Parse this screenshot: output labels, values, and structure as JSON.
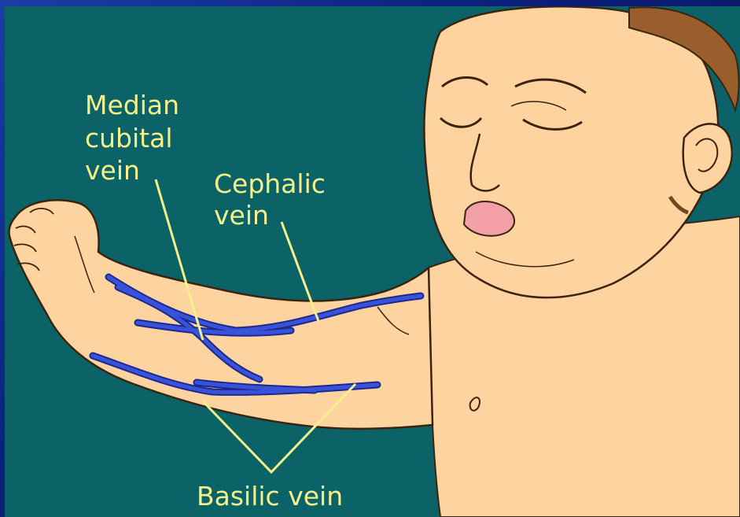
{
  "labels": {
    "median_cubital": [
      "Median",
      "cubital",
      "vein"
    ],
    "cephalic": [
      "Cephalic",
      "vein"
    ],
    "basilic": "Basilic vein"
  },
  "colors": {
    "background": "#0b6367",
    "skin": "#fdd3a0",
    "outline": "#3a2410",
    "vein": "#3a52d8",
    "hair": "#9a5e2c",
    "lips": "#f2a0a6",
    "label": "#f6f08a",
    "frame": "#0b1f7a"
  },
  "icons": [
    "baby-illustration",
    "arm-illustration",
    "vein-network"
  ]
}
